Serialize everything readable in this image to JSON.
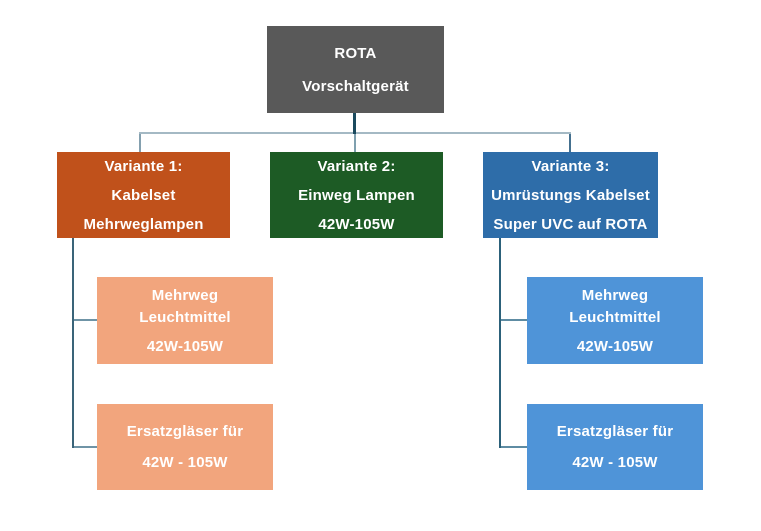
{
  "nodes": {
    "root": {
      "line1": "ROTA",
      "line2": "Vorschaltgerät"
    },
    "variant1": {
      "line1": "Variante 1:",
      "line2": "Kabelset",
      "line3": "Mehrweglampen"
    },
    "variant2": {
      "line1": "Variante 2:",
      "line2": "Einweg Lampen",
      "line3": "42W-105W"
    },
    "variant3": {
      "line1": "Variante 3:",
      "line2": "Umrüstungs Kabelset",
      "line3": "Super UVC auf ROTA"
    },
    "variant1_child1": {
      "line1": "Mehrweg",
      "line2": "Leuchtmittel",
      "line3": "42W-105W"
    },
    "variant1_child2": {
      "line1": "Ersatzgläser für",
      "line2": "42W - 105W"
    },
    "variant3_child1": {
      "line1": "Mehrweg",
      "line2": "Leuchtmittel",
      "line3": "42W-105W"
    },
    "variant3_child2": {
      "line1": "Ersatzgläser für",
      "line2": "42W - 105W"
    }
  },
  "colors": {
    "root_bg": "#595959",
    "variant1_bg": "#C0511B",
    "variant2_bg": "#1D5B25",
    "variant3_bg": "#2E6DA9",
    "variant1_child_bg": "#F2A57D",
    "variant3_child_bg": "#4F94D8",
    "text": "#FFFFFF",
    "connector_light": "#A4B9C4",
    "connector_dark": "#1B4A5E",
    "connector_side_left": "#3A6479",
    "connector_side_right": "#2C617A"
  }
}
